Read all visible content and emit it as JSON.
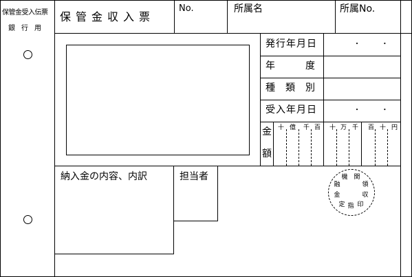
{
  "stub": {
    "title": "保管金受入伝票",
    "subtitle": "銀行用"
  },
  "header": {
    "title": "保管金収入票",
    "no_label": "No.",
    "affiliation_label": "所属名",
    "affiliation_no_label": "所属No."
  },
  "info_rows": [
    {
      "label": "発行年月日",
      "value": "・  ・"
    },
    {
      "label": "年度",
      "value": ""
    },
    {
      "label": "種類別",
      "value": ""
    },
    {
      "label": "受入年月日",
      "value": "・  ・"
    }
  ],
  "amount": {
    "label_top": "金",
    "label_bottom": "額",
    "digits": [
      "十",
      "億",
      "千",
      "百",
      "十",
      "万",
      "千",
      "百",
      "十",
      "円"
    ]
  },
  "contents_label": "納入金の内容、内訳",
  "person_label": "担当者",
  "seal": {
    "chars": [
      "機",
      "関",
      "領",
      "収",
      "印",
      "指",
      "定",
      "金",
      "融"
    ]
  }
}
